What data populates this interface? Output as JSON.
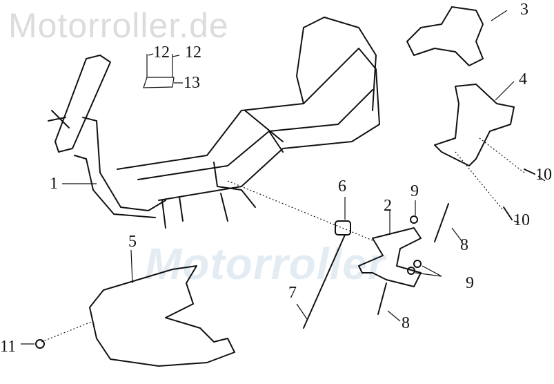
{
  "watermark": {
    "top_text": "Motorroller.de",
    "center_logo_text": "Motorroller",
    "logo_color": "#c9d9e8"
  },
  "diagram": {
    "labels": [
      {
        "id": "frame",
        "text": "1"
      },
      {
        "id": "center-stand",
        "text": "2"
      },
      {
        "id": "bracket-top",
        "text": "3"
      },
      {
        "id": "bracket-rear",
        "text": "4"
      },
      {
        "id": "under-cover",
        "text": "5"
      },
      {
        "id": "bushing",
        "text": "6"
      },
      {
        "id": "long-bolt",
        "text": "7"
      },
      {
        "id": "bolt-upper",
        "text": "8"
      },
      {
        "id": "bolt-lower",
        "text": "8"
      },
      {
        "id": "nut-upper",
        "text": "9"
      },
      {
        "id": "nut-lower",
        "text": "9"
      },
      {
        "id": "screw-right",
        "text": "10"
      },
      {
        "id": "screw-lower",
        "text": "10"
      },
      {
        "id": "screw-cover",
        "text": "11"
      },
      {
        "id": "clip-left",
        "text": "12"
      },
      {
        "id": "clip-right",
        "text": "12"
      },
      {
        "id": "plate",
        "text": "13"
      }
    ]
  }
}
